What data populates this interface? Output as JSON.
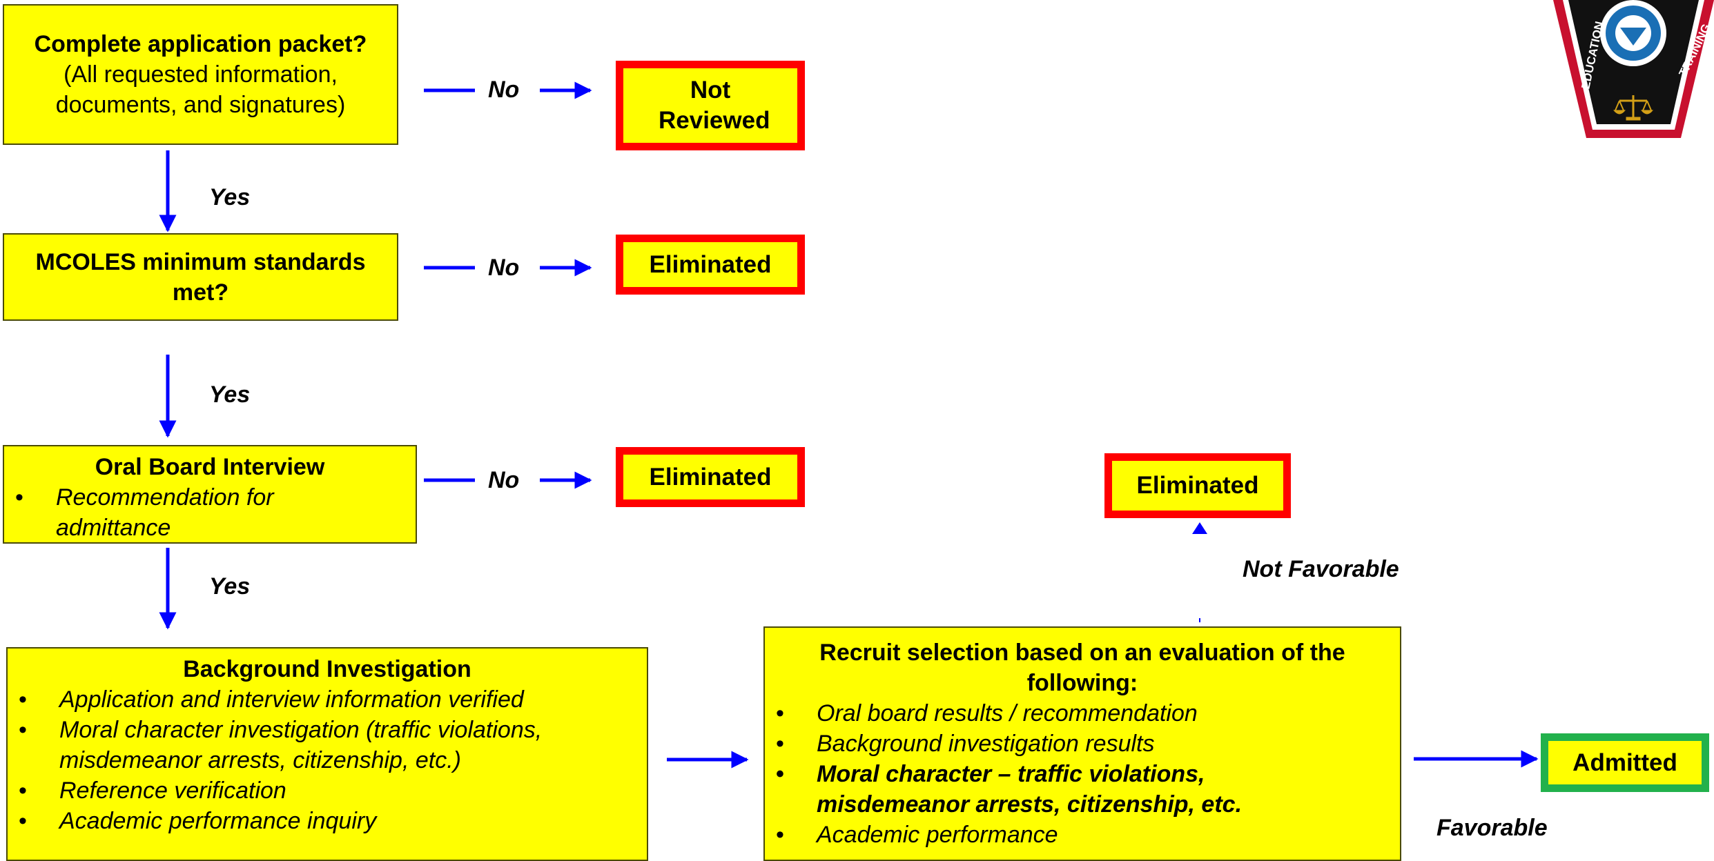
{
  "flow": {
    "box1": {
      "title": "Complete application packet?",
      "sub1": "(All requested information,",
      "sub2": "documents, and signatures)"
    },
    "box2": {
      "title1": "MCOLES minimum standards",
      "title2": "met?"
    },
    "box3": {
      "title": "Oral Board Interview",
      "items": [
        "Recommendation for admittance"
      ]
    },
    "box4": {
      "title": "Background Investigation",
      "items": [
        "Application and interview information verified",
        "Moral character investigation (traffic violations, misdemeanor arrests, citizenship, etc.)",
        "Reference verification",
        "Academic performance inquiry"
      ]
    },
    "box5": {
      "title": "Recruit selection based on an evaluation of the following:",
      "items": [
        "Oral board results / recommendation",
        "Background investigation results",
        "Moral character – traffic violations, misdemeanor arrests, citizenship, etc.",
        "Academic performance"
      ]
    },
    "outcomes": {
      "not_reviewed": "Not Reviewed",
      "eliminated": "Eliminated",
      "admitted": "Admitted"
    },
    "labels": {
      "no": "No",
      "yes": "Yes",
      "not_favorable": "Not Favorable",
      "favorable": "Favorable"
    }
  },
  "logo": {
    "left_text": "EDUCATION",
    "right_text": "TRAINING"
  },
  "colors": {
    "box_fill": "#ffff00",
    "reject_border": "#ff0000",
    "accept_border": "#22b14c",
    "arrow": "#0000ff"
  }
}
